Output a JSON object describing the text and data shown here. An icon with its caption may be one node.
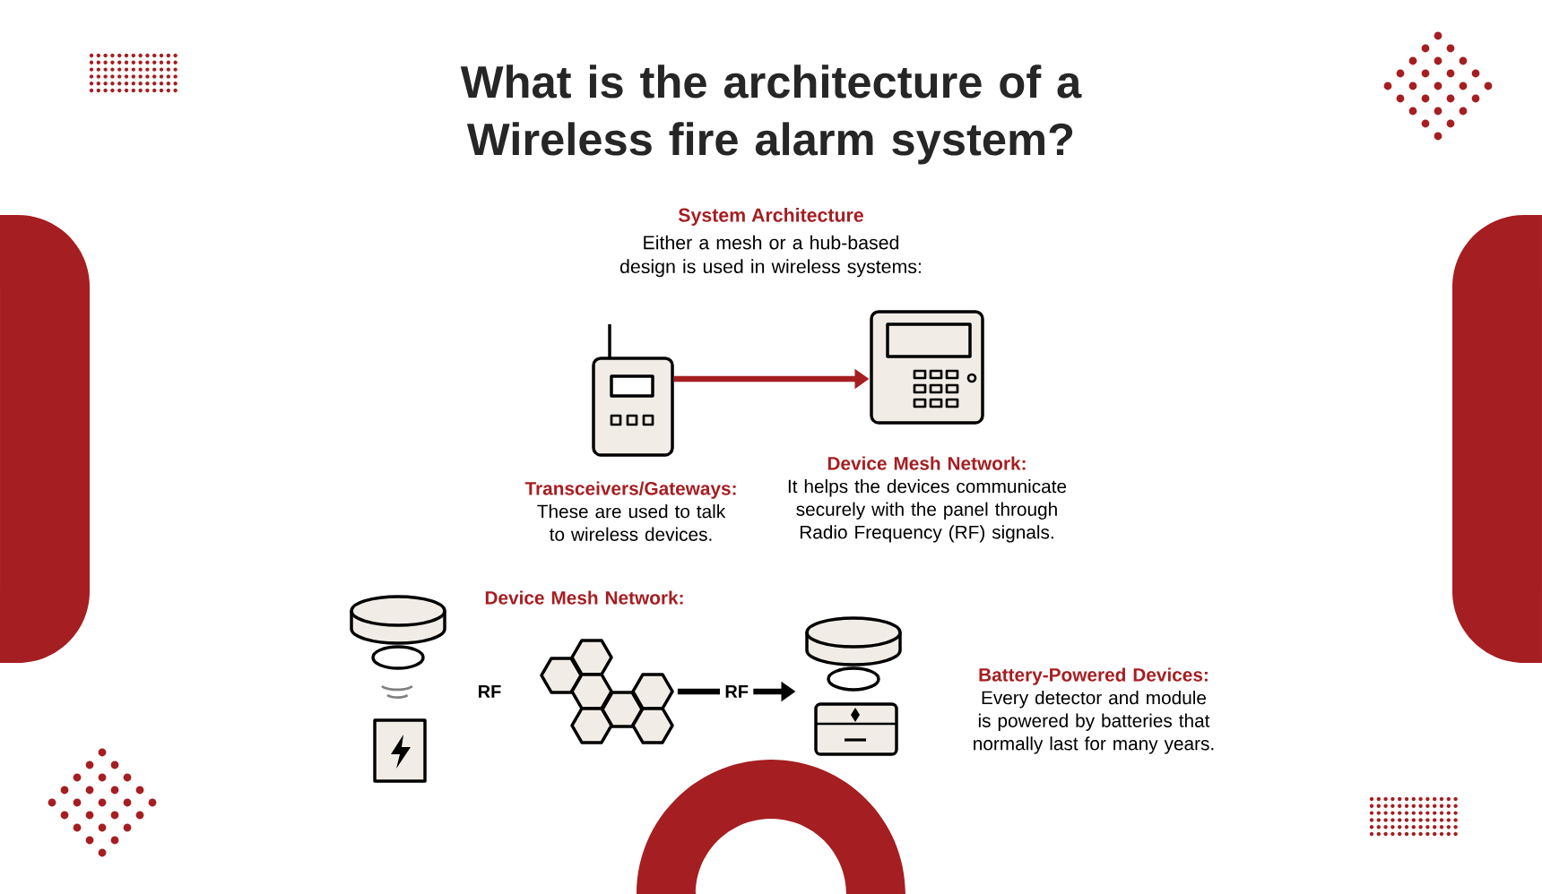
{
  "diagram": {
    "title": "What is the architecture of a Wireless fire alarm system?",
    "nodes": [
      {
        "text": [],
        "shape": "picture",
        "beside": [
          "Transceivers/Gateways:",
          "These are used to talk to wireless devices."
        ]
      },
      {
        "text": [],
        "shape": "picture",
        "beside": [
          "Device Mesh Network:",
          "It helps the devices communicate securely with the panel through Radio Frequency (RF) signals."
        ]
      },
      {
        "text": [],
        "shape": "picture"
      },
      {
        "text": [],
        "shape": "picture",
        "beside": [
          "Device Mesh Network:"
        ]
      },
      {
        "text": [],
        "shape": "picture",
        "beside": [
          "Battery-Powered Devices:",
          "Every detector and module is powered by batteries that normally last for many years."
        ]
      }
    ],
    "edges": [
      {
        "from": 0,
        "to": 1,
        "arrow": "to",
        "color": "#a51e22"
      },
      {
        "from": 3,
        "to": 4,
        "arrow": "to",
        "label": "RF",
        "color": "#000000"
      }
    ],
    "labels": [
      "System Architecture",
      "Either a mesh or a hub-based design is used in wireless systems:",
      "RF"
    ]
  }
}
